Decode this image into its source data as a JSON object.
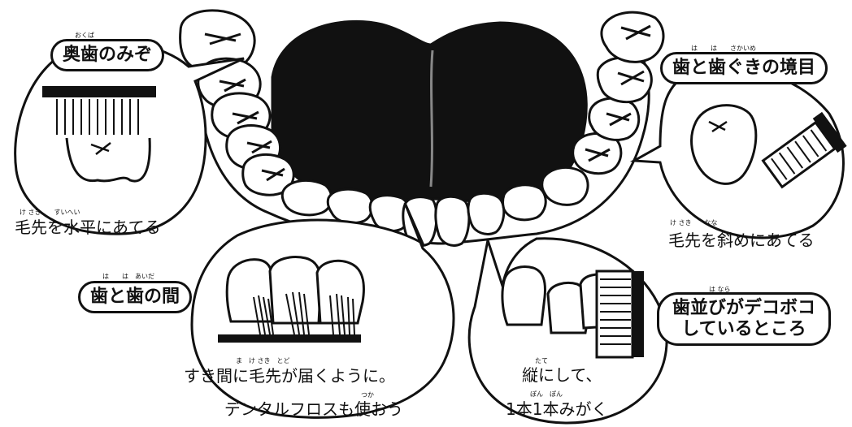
{
  "callouts": {
    "molar_grooves": {
      "title": "奥歯のみぞ",
      "reading": "おくば",
      "caption": "毛先を水平にあてる",
      "caption_reading": "け さき　　すいへい"
    },
    "gum_line": {
      "title": "歯と歯ぐきの境目",
      "reading": "は　　は　　さかいめ",
      "caption": "毛先を斜めにあてる",
      "caption_reading": "け さき　　なな"
    },
    "between_teeth": {
      "title": "歯と歯の間",
      "reading": "は　　は　あいだ",
      "caption_line1": "すき間に毛先が届くように。",
      "caption_line1_reading": "ま　け さき　とど",
      "caption_line2": "デンタルフロスも使おう",
      "caption_line2_reading": "つか"
    },
    "crooked_teeth": {
      "title_line1": "歯並びがデコボコ",
      "title_reading": "は なら",
      "title_line2": "しているところ",
      "caption_line1": "縦にして、",
      "caption_line1_reading": "たて",
      "caption_line2": "1本1本みがく",
      "caption_line2_reading": "ぽん　ぽん"
    }
  },
  "colors": {
    "ink": "#111111",
    "tongue": "#111111",
    "paper": "#ffffff"
  }
}
